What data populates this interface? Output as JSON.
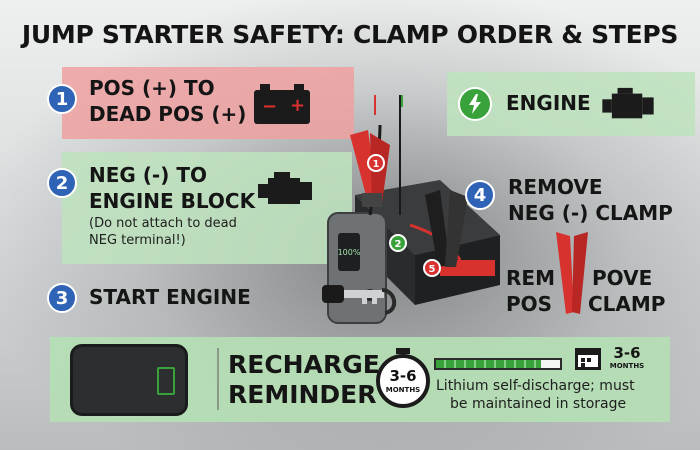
{
  "title": "JUMP STARTER SAFETY: CLAMP ORDER & STEPS",
  "steps": {
    "s1": {
      "num": "1",
      "line1": "POS (+) TO",
      "line2": "DEAD POS (+)"
    },
    "s2": {
      "num": "2",
      "line1": "NEG (-) TO",
      "line2": "ENGINE BLOCK",
      "note1": "(Do not attach to dead",
      "note2": "NEG terminal!)"
    },
    "s3": {
      "num": "3",
      "line1": "START ENGINE"
    },
    "s4": {
      "num": "4",
      "line1": "REMOVE",
      "line2": "NEG (-) CLAMP"
    },
    "s5": {
      "left1": "REM",
      "left2": "POS",
      "right1": "POVE",
      "right2": "CLAMP"
    }
  },
  "engine_label": "ENGINE",
  "battery_signs": {
    "minus": "−",
    "plus": "+"
  },
  "device": {
    "screen_text": "100%"
  },
  "markers": {
    "m1": "1",
    "m2": "2",
    "m5": "5"
  },
  "recharge": {
    "line1": "RECHARGE",
    "line2": "REMINDER",
    "timer_top": "3-6",
    "timer_bottom": "MONTHS",
    "calendar_top": "3-6",
    "calendar_bottom": "MONTHS",
    "progress": 0.85,
    "note1": "Lithium self-discharge; must",
    "note2": "be maintained in storage"
  },
  "colors": {
    "red_panel": "#eea0a0",
    "green_panel": "#bee2be",
    "step_blue": "#2f63b6",
    "clamp_red": "#d8322f",
    "clamp_black": "#1e1e1e",
    "accent_green": "#3aa23a"
  }
}
